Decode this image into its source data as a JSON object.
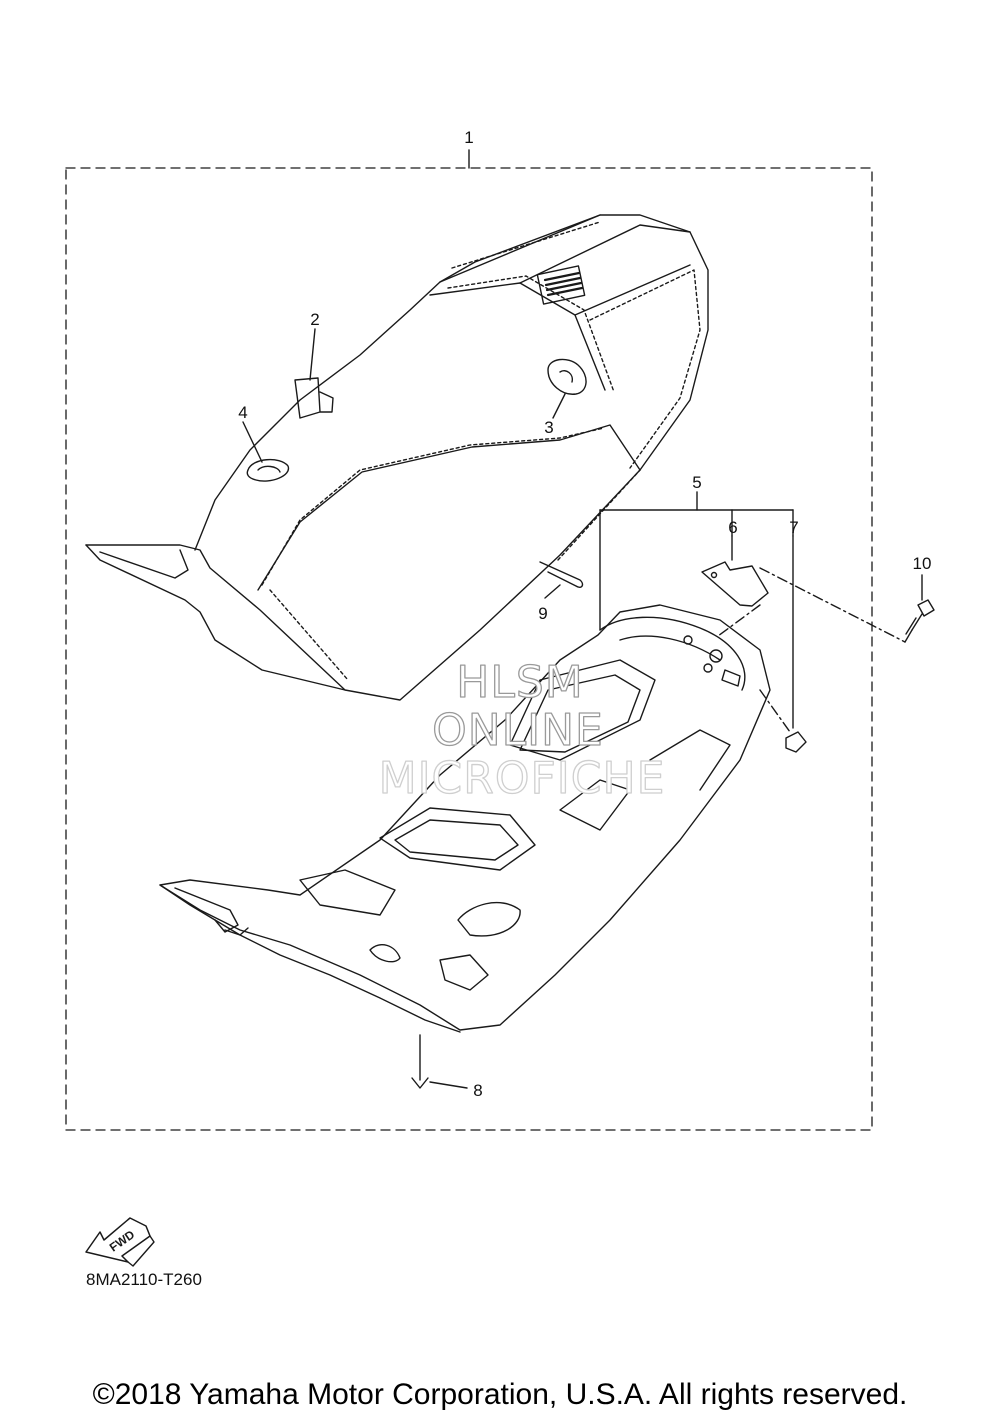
{
  "diagram": {
    "code": "8MA2110-T260",
    "forward_label": "FWD",
    "callouts": {
      "c1": "1",
      "c2": "2",
      "c3": "3",
      "c4": "4",
      "c5": "5",
      "c6": "6",
      "c7": "7",
      "c8": "8",
      "c9": "9",
      "c10": "10"
    },
    "seat_logo_text": "≡≡≡≡≡"
  },
  "watermark": {
    "line1": "HLSM",
    "line2": "ONLINE",
    "line3": "MICROFICHE"
  },
  "footer": {
    "copyright": "©2018 Yamaha Motor Corporation, U.S.A. All rights reserved."
  }
}
